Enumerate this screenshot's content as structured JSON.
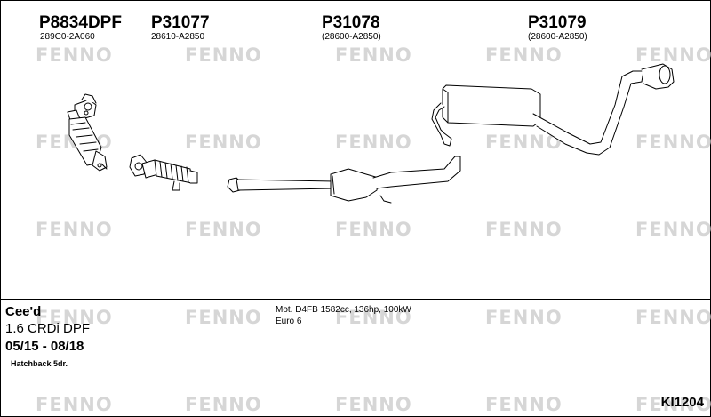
{
  "watermark": "FENNO",
  "parts": [
    {
      "number": "P8834DPF",
      "oem": "289C0-2A060"
    },
    {
      "number": "P31077",
      "oem": "28610-A2850"
    },
    {
      "number": "P31078",
      "oem": "(28600-A2850)"
    },
    {
      "number": "P31079",
      "oem": "(28600-A2850)"
    }
  ],
  "vehicle": {
    "model": "Cee'd",
    "engine": "1.6 CRDi DPF",
    "years": "05/15 - 08/18",
    "body": "Hatchback 5dr."
  },
  "specs": {
    "motor": "Mot. D4FB 1582cc, 136hp, 100kW",
    "emission": "Euro 6"
  },
  "code": "KI1204",
  "colors": {
    "watermark": "#d6d6d6",
    "line": "#000000"
  }
}
